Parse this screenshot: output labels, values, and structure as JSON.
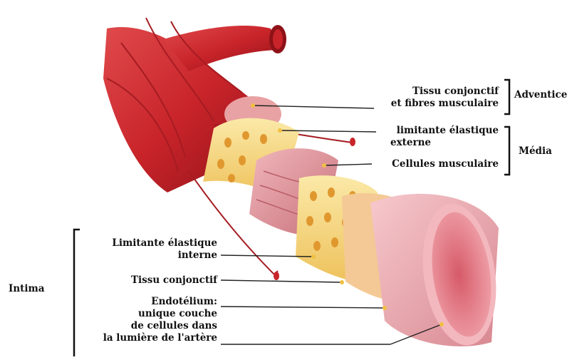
{
  "labels": {
    "adventice_tissue_l1": "Tissu conjonctif",
    "adventice_tissue_l2": "et fibres musculaire",
    "adventice": "Adventice",
    "media_ext_l1": "limitante élastique",
    "media_ext_l2": "externe",
    "media": "Média",
    "media_cells": "Cellules musculaire",
    "int_elastic_l1": "Limitante élastique",
    "int_elastic_l2": "interne",
    "intima": "Intima",
    "int_tissue": "Tissu conjonctif",
    "endo_l1": "Endotélium:",
    "endo_l2": "unique couche",
    "endo_l3": "de cellules dans",
    "endo_l4": "la lumière de l'artère"
  },
  "colors": {
    "artery_red": "#c8242a",
    "artery_dark": "#8e1218",
    "adventitia_pink": "#e8a2a4",
    "elastic_yellow": "#f5d77a",
    "muscle_pink": "#d9878f",
    "endothelium_pink": "#f3b8be",
    "lumen": "#e0707c"
  }
}
